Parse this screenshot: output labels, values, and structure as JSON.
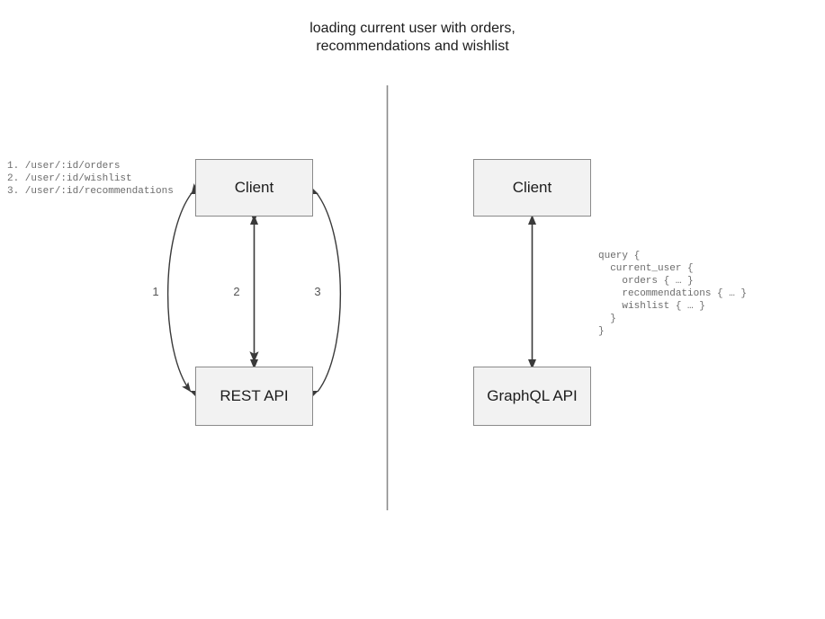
{
  "diagram": {
    "title": "loading current user with orders,\nrecommendations and wishlist",
    "divider": {
      "name": "vertical-divider",
      "color": "#8a8a8a"
    },
    "colors": {
      "node_fill": "#f2f2f2",
      "node_border": "#8a8a8a",
      "edge": "#3a3a3a",
      "code_text": "#6b6b6b",
      "label_text": "#555555",
      "title_text": "#1c1c1c",
      "background": "#ffffff"
    },
    "left_panel": {
      "name": "rest-api-panel",
      "nodes": [
        {
          "id": "client-rest",
          "label": "Client"
        },
        {
          "id": "rest-api",
          "label": "REST API"
        }
      ],
      "edges": [
        {
          "id": "edge-1",
          "label": "1",
          "style": "curved-left",
          "arrows": "both"
        },
        {
          "id": "edge-2",
          "label": "2",
          "style": "straight",
          "arrows": "both"
        },
        {
          "id": "edge-3",
          "label": "3",
          "style": "curved-right",
          "arrows": "both"
        }
      ],
      "endpoints_caption": "1. /user/:id/orders\n2. /user/:id/wishlist\n3. /user/:id/recommendations"
    },
    "right_panel": {
      "name": "graphql-api-panel",
      "nodes": [
        {
          "id": "client-gql",
          "label": "Client"
        },
        {
          "id": "graphql-api",
          "label": "GraphQL API"
        }
      ],
      "edges": [
        {
          "id": "edge-query",
          "label": "",
          "style": "straight",
          "arrows": "both"
        }
      ],
      "query_caption": "query {\n  current_user {\n    orders { … }\n    recommendations { … }\n    wishlist { … }\n  }\n}"
    }
  }
}
